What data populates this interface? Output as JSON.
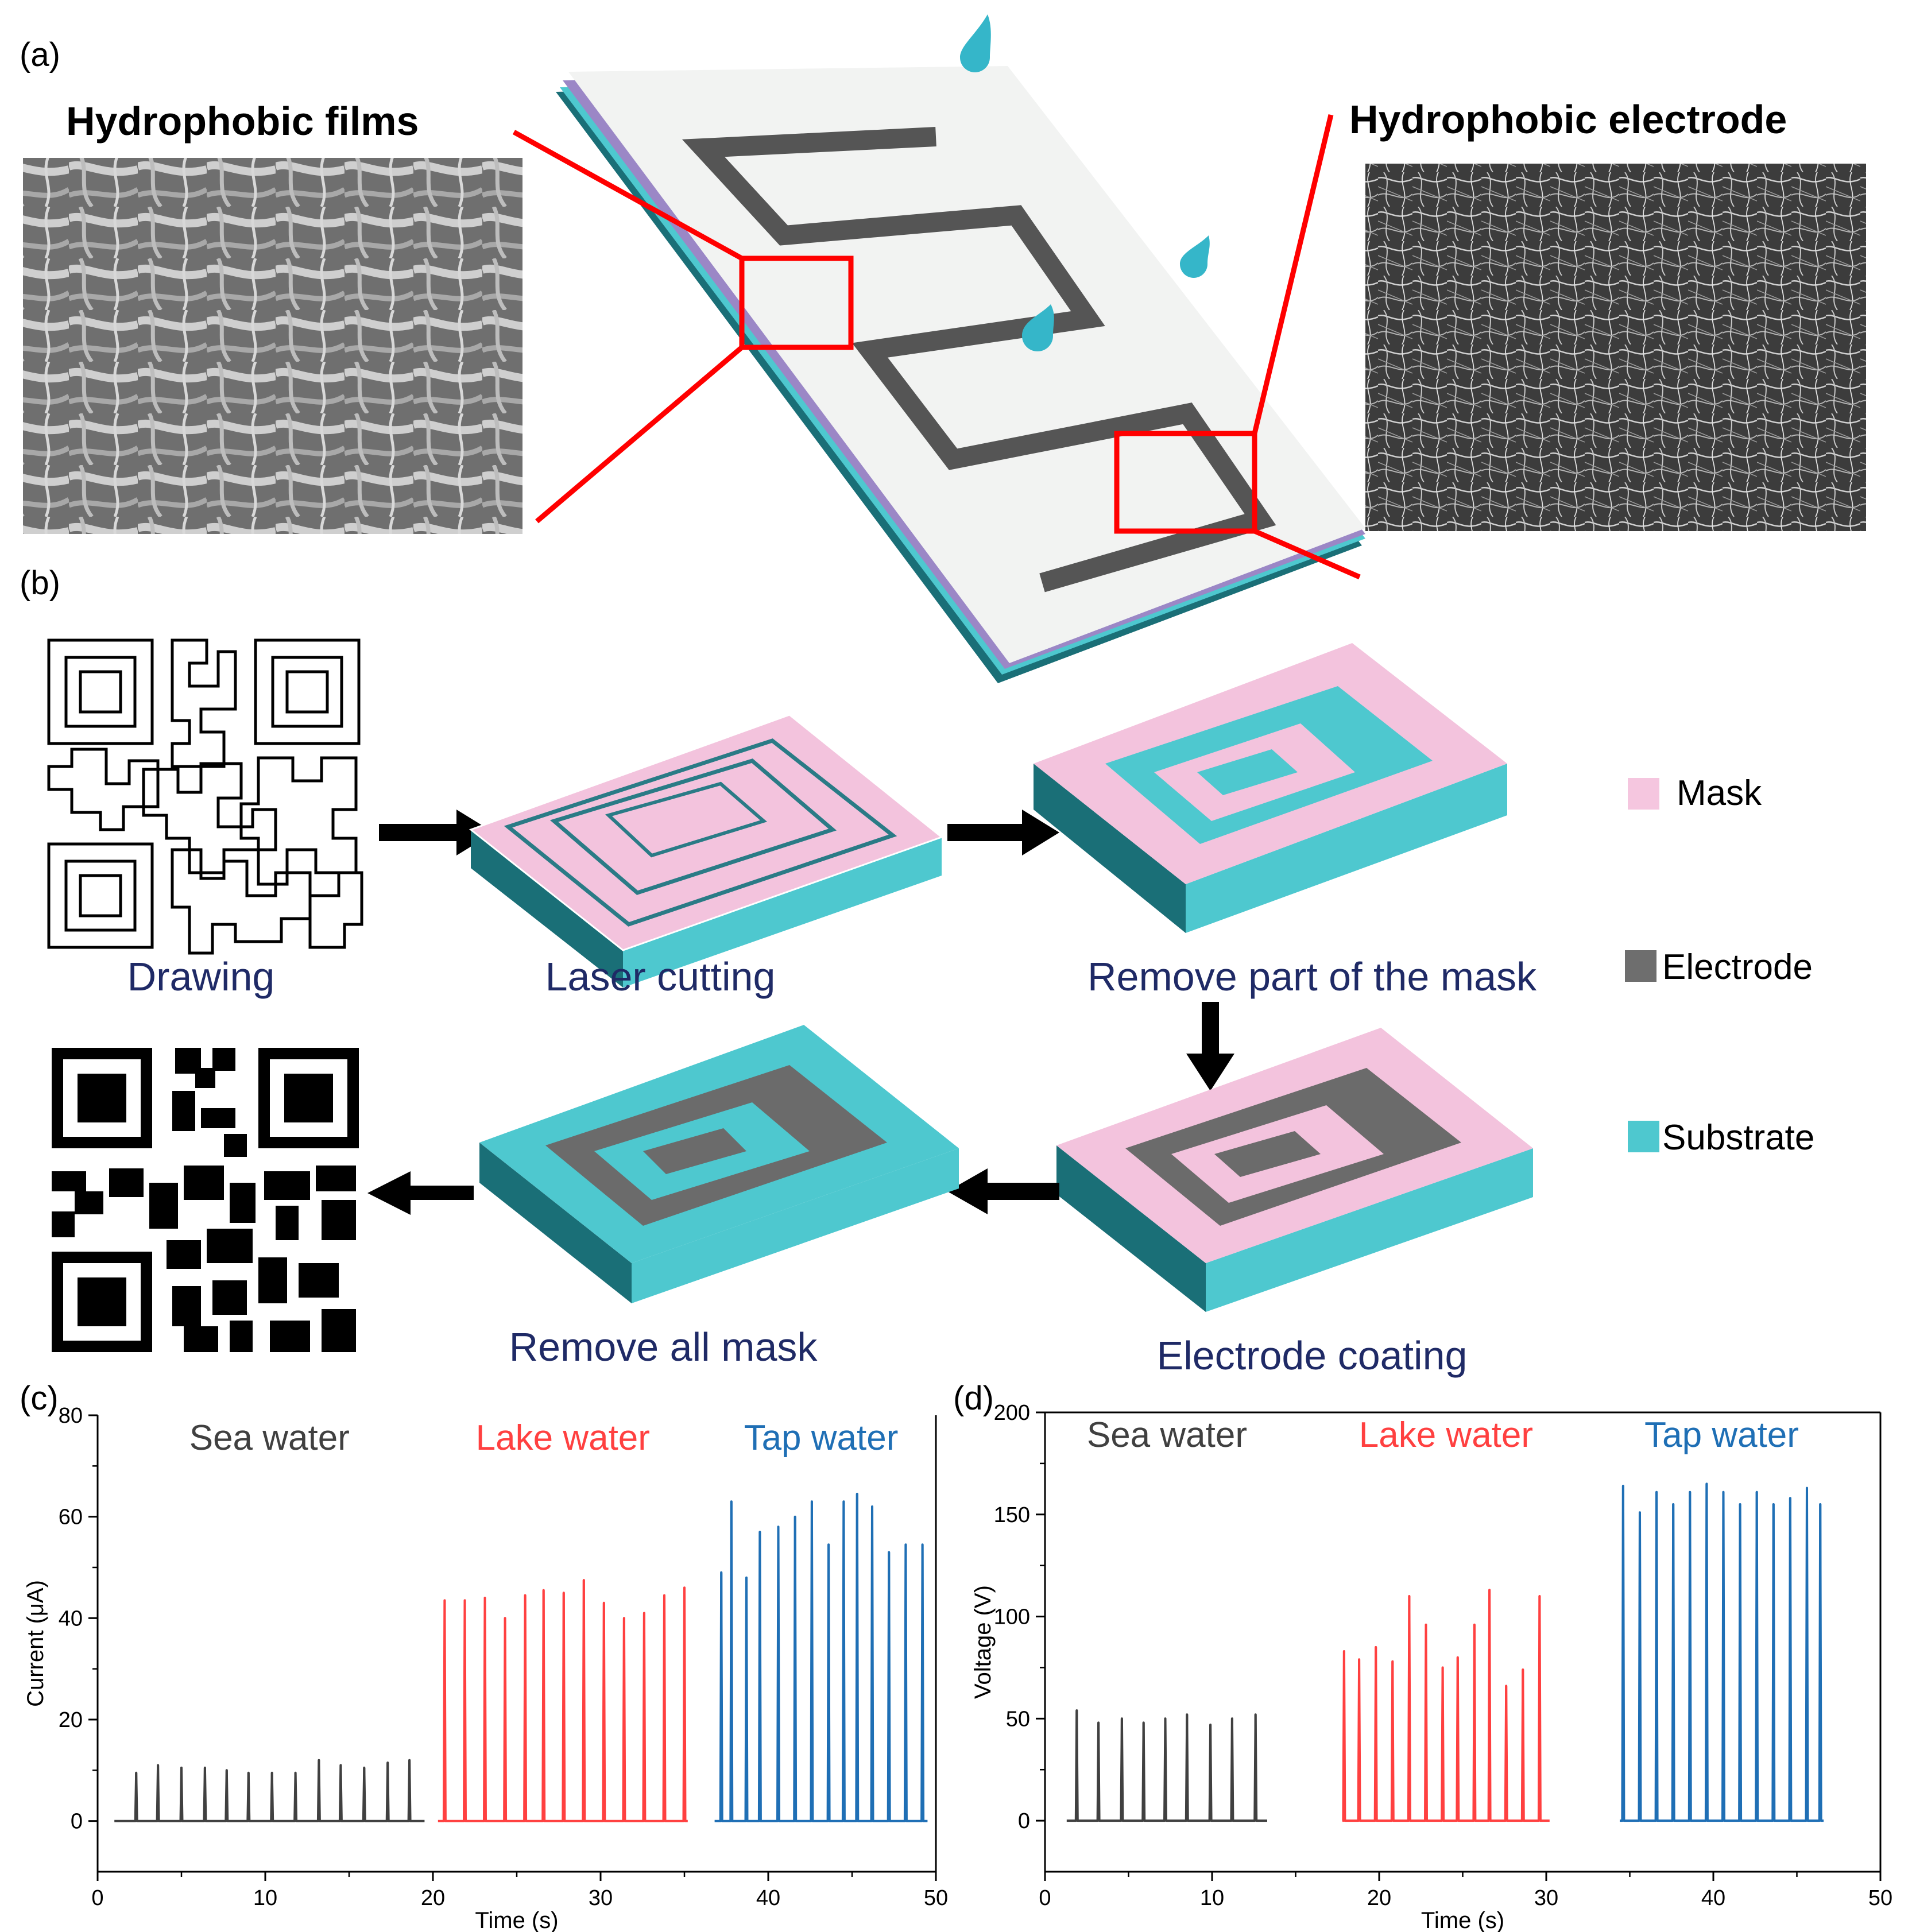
{
  "panel_labels": {
    "a": "(a)",
    "b": "(b)",
    "c": "(c)",
    "d": "(d)"
  },
  "panel_a": {
    "left_title": "Hydrophobic films",
    "right_title": "Hydrophobic electrode"
  },
  "panel_b": {
    "steps": {
      "drawing": "Drawing",
      "laser_cutting": "Laser cutting",
      "remove_part": "Remove part of the mask",
      "electrode_coating": "Electrode coating",
      "remove_all": "Remove all mask"
    },
    "legend": [
      {
        "label": "Mask",
        "color": "#f5c6df"
      },
      {
        "label": "Electrode",
        "color": "#6e6e6e"
      },
      {
        "label": "Substrate",
        "color": "#4ec8cf"
      }
    ]
  },
  "colors": {
    "highlight": "#ff0000",
    "substrate": "#4ec8cf",
    "substrate_side": "#1a6f77",
    "mask": "#f3c3dd",
    "electrode": "#6b6b6b",
    "step_text": "#1f2a66",
    "sea": "#404040",
    "lake": "#ff4040",
    "tap": "#1f6fb5"
  },
  "chart_data": [
    {
      "type": "line",
      "xlabel": "Time (s)",
      "ylabel": "Current (μA)",
      "xlim": [
        0,
        50
      ],
      "ylim": [
        -10,
        80
      ],
      "xticks": [
        0,
        10,
        20,
        30,
        40,
        50
      ],
      "yticks": [
        0,
        20,
        40,
        60,
        80
      ],
      "series": [
        {
          "name": "Sea water",
          "color": "#404040",
          "range": [
            1,
            19.5
          ],
          "peaks": [
            [
              2.3,
              9.5
            ],
            [
              3.6,
              11
            ],
            [
              5.0,
              10.5
            ],
            [
              6.4,
              10.5
            ],
            [
              7.7,
              10
            ],
            [
              9.0,
              9.5
            ],
            [
              10.4,
              9.5
            ],
            [
              11.8,
              9.5
            ],
            [
              13.2,
              12
            ],
            [
              14.5,
              11
            ],
            [
              15.9,
              10.5
            ],
            [
              17.3,
              11.5
            ],
            [
              18.6,
              12
            ]
          ]
        },
        {
          "name": "Lake water",
          "color": "#ff4040",
          "range": [
            20.3,
            35.2
          ],
          "peaks": [
            [
              20.7,
              43.5
            ],
            [
              21.9,
              43.5
            ],
            [
              23.1,
              44
            ],
            [
              24.3,
              40
            ],
            [
              25.5,
              44.5
            ],
            [
              26.6,
              45.5
            ],
            [
              27.8,
              45
            ],
            [
              29.0,
              47.5
            ],
            [
              30.2,
              43
            ],
            [
              31.4,
              40
            ],
            [
              32.6,
              41
            ],
            [
              33.8,
              44.5
            ],
            [
              35.0,
              46
            ]
          ]
        },
        {
          "name": "Tap water",
          "color": "#1f6fb5",
          "range": [
            36.8,
            49.5
          ],
          "peaks": [
            [
              37.2,
              49
            ],
            [
              37.8,
              63
            ],
            [
              38.7,
              48
            ],
            [
              39.5,
              57
            ],
            [
              40.6,
              58
            ],
            [
              41.6,
              60
            ],
            [
              42.6,
              63
            ],
            [
              43.6,
              54.5
            ],
            [
              44.5,
              63
            ],
            [
              45.3,
              64.5
            ],
            [
              46.2,
              62
            ],
            [
              47.2,
              53
            ],
            [
              48.2,
              54.5
            ],
            [
              49.2,
              54.5
            ]
          ]
        }
      ]
    },
    {
      "type": "line",
      "xlabel": "Time (s)",
      "ylabel": "Voltage (V)",
      "xlim": [
        0,
        50
      ],
      "ylim": [
        -25,
        200
      ],
      "xticks": [
        0,
        10,
        20,
        30,
        40,
        50
      ],
      "yticks": [
        0,
        50,
        100,
        150,
        200
      ],
      "series": [
        {
          "name": "Sea water",
          "color": "#404040",
          "range": [
            1.3,
            13.3
          ],
          "peaks": [
            [
              1.9,
              54
            ],
            [
              3.2,
              48
            ],
            [
              4.6,
              50
            ],
            [
              5.9,
              48
            ],
            [
              7.2,
              50
            ],
            [
              8.5,
              52
            ],
            [
              9.9,
              47
            ],
            [
              11.2,
              50
            ],
            [
              12.6,
              52
            ]
          ]
        },
        {
          "name": "Lake water",
          "color": "#ff4040",
          "range": [
            17.8,
            30.2
          ],
          "peaks": [
            [
              17.9,
              83
            ],
            [
              18.8,
              79
            ],
            [
              19.8,
              85
            ],
            [
              20.8,
              78
            ],
            [
              21.8,
              110
            ],
            [
              22.8,
              96
            ],
            [
              23.8,
              75
            ],
            [
              24.7,
              80
            ],
            [
              25.7,
              96
            ],
            [
              26.6,
              113
            ],
            [
              27.6,
              66
            ],
            [
              28.6,
              74
            ],
            [
              29.6,
              110
            ]
          ]
        },
        {
          "name": "Tap water",
          "color": "#1f6fb5",
          "range": [
            34.4,
            46.6
          ],
          "peaks": [
            [
              34.6,
              164
            ],
            [
              35.6,
              151
            ],
            [
              36.6,
              161
            ],
            [
              37.6,
              155
            ],
            [
              38.6,
              161
            ],
            [
              39.6,
              165
            ],
            [
              40.6,
              161
            ],
            [
              41.6,
              155
            ],
            [
              42.6,
              161
            ],
            [
              43.6,
              155
            ],
            [
              44.6,
              158
            ],
            [
              45.6,
              163
            ],
            [
              46.4,
              155
            ]
          ]
        }
      ]
    }
  ]
}
